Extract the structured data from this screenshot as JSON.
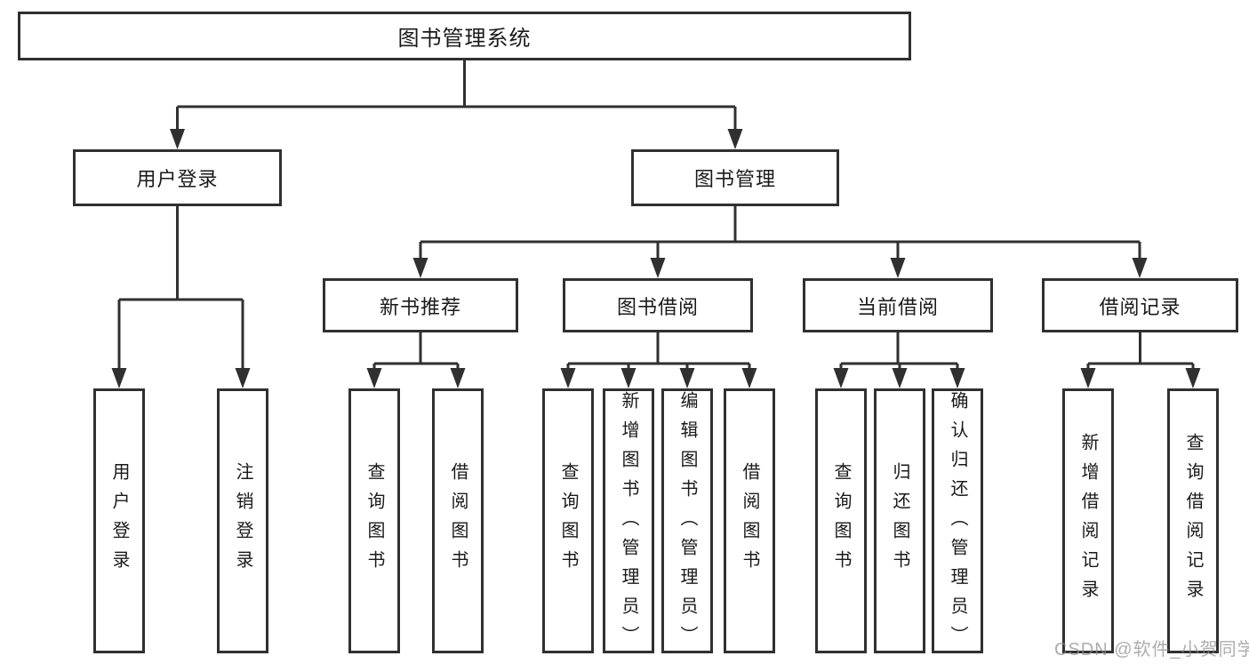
{
  "diagram": {
    "root": {
      "label": "图书管理系统"
    },
    "branches": [
      {
        "label": "用户登录",
        "children": [
          {
            "label": "用户登录"
          },
          {
            "label": "注销登录"
          }
        ]
      },
      {
        "label": "图书管理",
        "children": [
          {
            "label": "新书推荐",
            "children": [
              {
                "label": "查询图书"
              },
              {
                "label": "借阅图书"
              }
            ]
          },
          {
            "label": "图书借阅",
            "children": [
              {
                "label": "查询图书"
              },
              {
                "label": "新增图书（管理员）"
              },
              {
                "label": "编辑图书（管理员）"
              },
              {
                "label": "借阅图书"
              }
            ]
          },
          {
            "label": "当前借阅",
            "children": [
              {
                "label": "查询图书"
              },
              {
                "label": "归还图书"
              },
              {
                "label": "确认归还（管理员）"
              }
            ]
          },
          {
            "label": "借阅记录",
            "children": [
              {
                "label": "新增借阅记录"
              },
              {
                "label": "查询借阅记录"
              }
            ]
          }
        ]
      }
    ]
  },
  "watermark": "CSDN @软件_小贺同学",
  "colors": {
    "line": "#303030",
    "box_border": "#303030",
    "text": "#1a1a1a",
    "watermark": "#8e8e8e",
    "background": "#ffffff"
  }
}
